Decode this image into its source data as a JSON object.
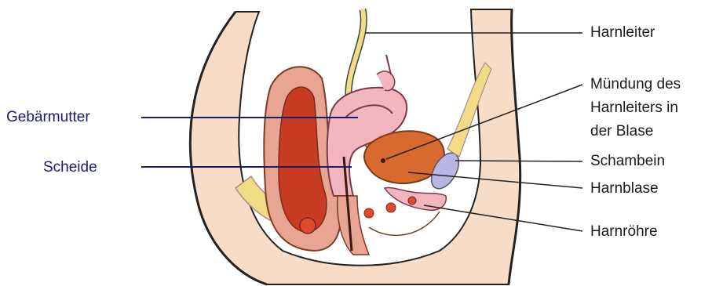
{
  "labels_left": {
    "uterus": "Gebärmutter",
    "vagina": "Scheide"
  },
  "labels_right": {
    "ureter": "Harnleiter",
    "ureter_opening_line1": "Mündung des",
    "ureter_opening_line2": "Harnleiters in",
    "ureter_opening_line3": "der Blase",
    "pubic_bone": "Schambein",
    "bladder": "Harnblase",
    "urethra": "Harnröhre"
  },
  "colors": {
    "left_label_text": "#1a1a6e",
    "right_label_text": "#1a1a1a",
    "skin": "#f7dcc8",
    "bone": "#f3dc86",
    "muscle": "#e7a592",
    "organ_pink": "#f3b6bf",
    "bladder": "#d96a2f",
    "pubic_bone": "#b9b6e6",
    "cavity_red": "#c93b22"
  }
}
